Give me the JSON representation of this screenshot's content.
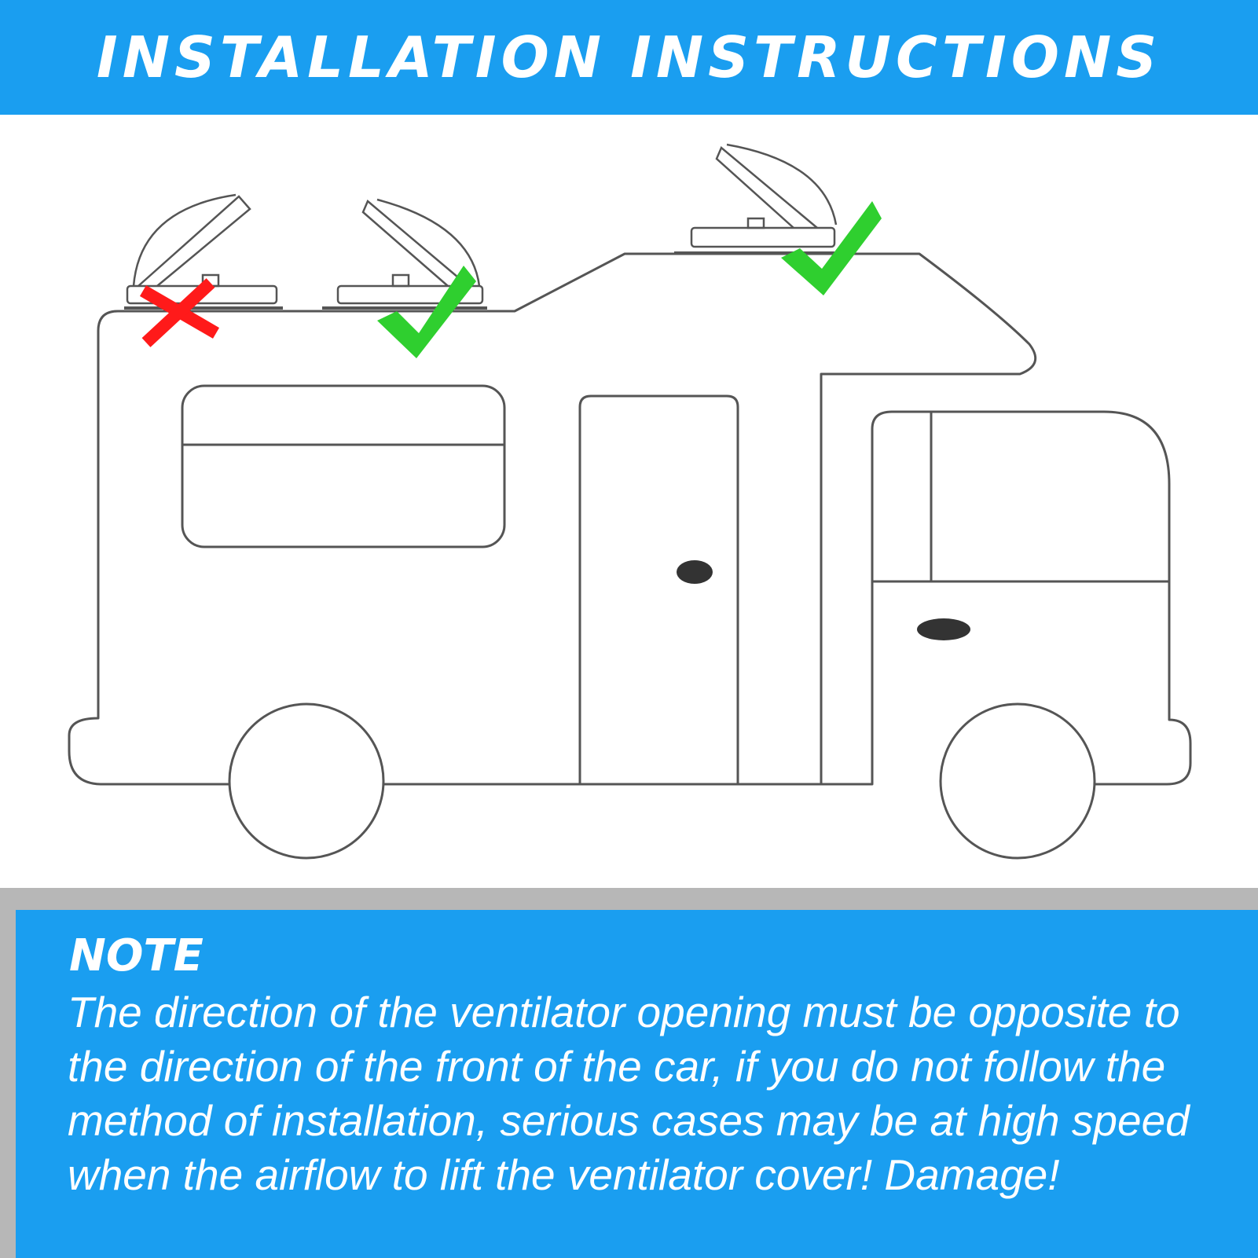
{
  "header": {
    "title": "INSTALLATION INSTRUCTIONS"
  },
  "diagram": {
    "marks": [
      {
        "name": "incorrect-mark",
        "kind": "cross",
        "color": "#ff1a1a"
      },
      {
        "name": "correct-mark",
        "kind": "check",
        "color": "#2fcf2f"
      },
      {
        "name": "correct-mark",
        "kind": "check",
        "color": "#2fcf2f"
      }
    ]
  },
  "note": {
    "title": "NOTE",
    "text": "The direction of the ventilator opening must be opposite to the direction of the front of the car, if you do not follow the method of installation, serious cases may be at high speed when the airflow to lift the ventilator cover! Damage!"
  },
  "colors": {
    "accent": "#1a9ef0",
    "shadow": "#b7b7b7"
  }
}
